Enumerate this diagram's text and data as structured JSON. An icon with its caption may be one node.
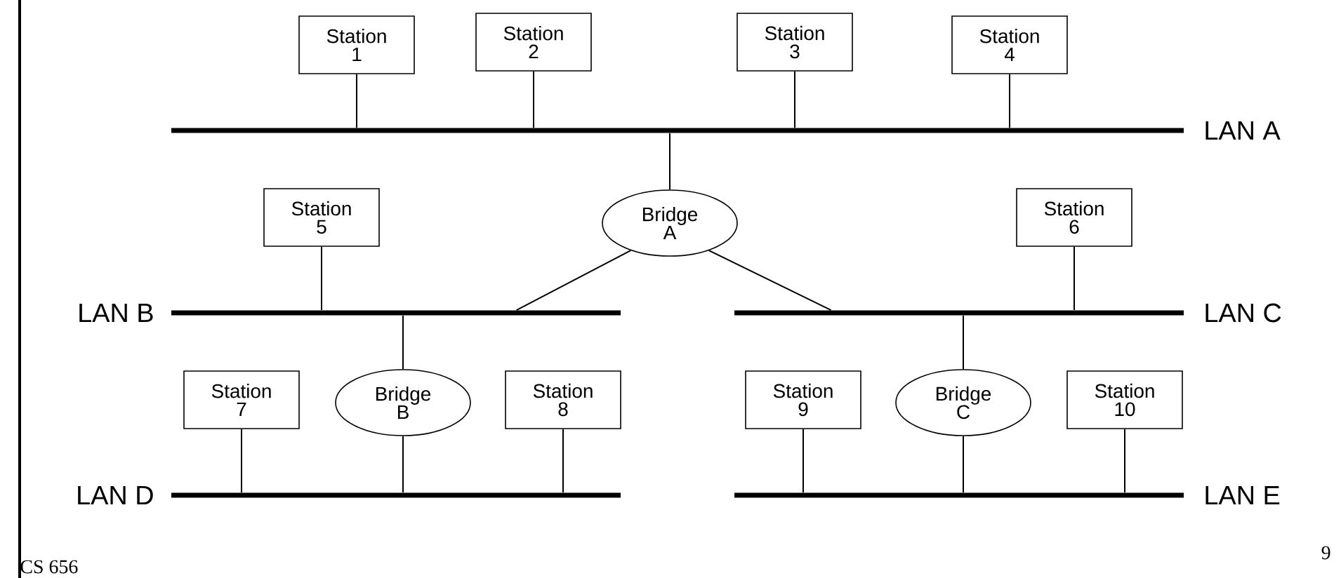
{
  "diagram": {
    "nodes": [
      {
        "text": [
          "Station 1"
        ]
      },
      {
        "text": [
          "Station 2"
        ]
      },
      {
        "text": [
          "Station 3"
        ]
      },
      {
        "text": [
          "Station 4"
        ]
      },
      {
        "text": [
          "LAN A"
        ]
      },
      {
        "text": [
          "Bridge A"
        ]
      },
      {
        "text": [
          "Station 5"
        ]
      },
      {
        "text": [
          "Station 6"
        ]
      },
      {
        "text": [
          "LAN B"
        ]
      },
      {
        "text": [
          "LAN C"
        ]
      },
      {
        "text": [
          "Station 7"
        ]
      },
      {
        "text": [
          "Bridge B"
        ]
      },
      {
        "text": [
          "Station 8"
        ]
      },
      {
        "text": [
          "Station 9"
        ]
      },
      {
        "text": [
          "Bridge C"
        ]
      },
      {
        "text": [
          "Station 10"
        ]
      },
      {
        "text": [
          "LAN D"
        ]
      },
      {
        "text": [
          "LAN E"
        ]
      }
    ],
    "edges": [
      {
        "from": 0,
        "to": 4,
        "arrow": "none"
      },
      {
        "from": 1,
        "to": 4,
        "arrow": "none"
      },
      {
        "from": 2,
        "to": 4,
        "arrow": "none"
      },
      {
        "from": 3,
        "to": 4,
        "arrow": "none"
      },
      {
        "from": 4,
        "to": 5,
        "arrow": "none"
      },
      {
        "from": 5,
        "to": 8,
        "arrow": "none"
      },
      {
        "from": 5,
        "to": 9,
        "arrow": "none"
      },
      {
        "from": 6,
        "to": 8,
        "arrow": "none"
      },
      {
        "from": 7,
        "to": 9,
        "arrow": "none"
      },
      {
        "from": 8,
        "to": 11,
        "arrow": "none"
      },
      {
        "from": 9,
        "to": 14,
        "arrow": "none"
      },
      {
        "from": 10,
        "to": 16,
        "arrow": "none"
      },
      {
        "from": 11,
        "to": 16,
        "arrow": "none"
      },
      {
        "from": 12,
        "to": 16,
        "arrow": "none"
      },
      {
        "from": 13,
        "to": 17,
        "arrow": "none"
      },
      {
        "from": 14,
        "to": 17,
        "arrow": "none"
      },
      {
        "from": 15,
        "to": 17,
        "arrow": "none"
      }
    ],
    "labels": [
      "CS 656",
      "9"
    ]
  }
}
